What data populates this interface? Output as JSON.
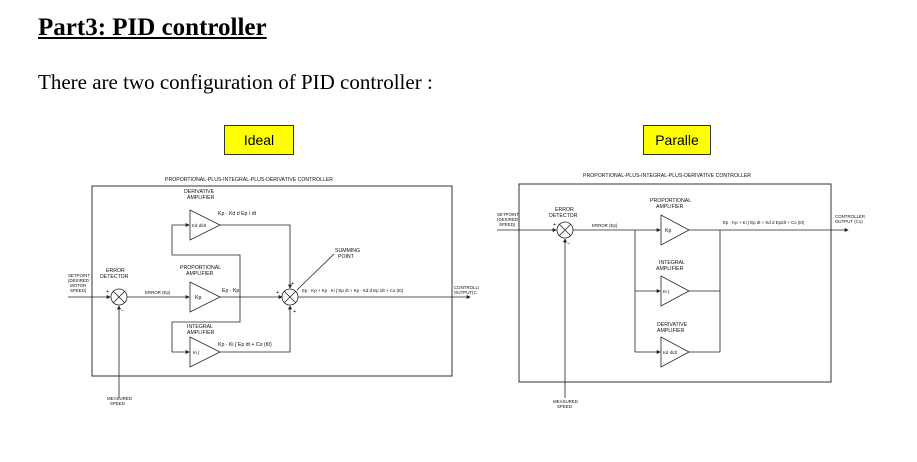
{
  "page": {
    "title": "Part3: PID controller",
    "subtitle": "There are two configuration of PID controller :"
  },
  "ideal": {
    "tag": "Ideal",
    "diagram_title": "PROPORTIONAL-PLUS-INTEGRAL-PLUS-DERIVATIVE CONTROLLER",
    "derivative_label": [
      "DERIVATIVE",
      "AMPLIFIER"
    ],
    "derivative_eq": "Kp · Kd  d Ep / dt",
    "derivative_gain": "Kd d/dt",
    "proportional_label": [
      "PROPORTIONAL",
      "AMPLIFIER"
    ],
    "proportional_eq": "Ep · Kp",
    "proportional_gain": "Kp",
    "integral_label": [
      "INTEGRAL",
      "AMPLIFIER"
    ],
    "integral_eq": "Kp · Ki ∫ Ep dt + Co (t0)",
    "integral_gain": "Ki ∫",
    "summing_label": [
      "SUMMING",
      "POINT"
    ],
    "error_detector_label": [
      "ERROR",
      "DETECTOR"
    ],
    "error_signal": "ERROR (Ep)",
    "setpoint_label": [
      "SETPOINT",
      "(DESIRED",
      "MOTOR",
      "SPEED)"
    ],
    "measured_label": [
      "MEASURED",
      "SPEED"
    ],
    "output_eq": "Ep · Kp + Kp · Ki ∫ Ep dt + Kp · Kd d Ep /dt + Co (t0)",
    "output_label": [
      "CONTROLLI",
      "OUTPUT(C"
    ],
    "plus": "+",
    "minus": "−"
  },
  "parallel": {
    "tag": "Paralle",
    "diagram_title": "PROPORTIONAL-PLUS-INTEGRAL-PLUS-DERIVATIVE CONTROLLER",
    "error_detector_label": [
      "ERROR",
      "DETECTOR"
    ],
    "setpoint_label": [
      "SETPOINT",
      "(DESIRED",
      "SPEED)"
    ],
    "error_signal": "ERROR (Ep)",
    "proportional_label": [
      "PROPORTIONAL",
      "AMPLIFIER"
    ],
    "proportional_gain": "Kp",
    "integral_label": [
      "INTEGRAL",
      "AMPLIFIER"
    ],
    "integral_gain": "Ki ∫",
    "derivative_label": [
      "DERIVATIVE",
      "AMPLIFIER"
    ],
    "derivative_gain": "Kd d/dt",
    "output_eq": "Ep · Kp + Ki ∫ Ep dt + Kd d Ep/dt + Co (t0)",
    "output_label": [
      "CONTROLLER",
      "OUTPUT (Co)"
    ],
    "measured_label": [
      "MEASURED",
      "SPEED"
    ],
    "plus": "+",
    "minus": "−"
  }
}
